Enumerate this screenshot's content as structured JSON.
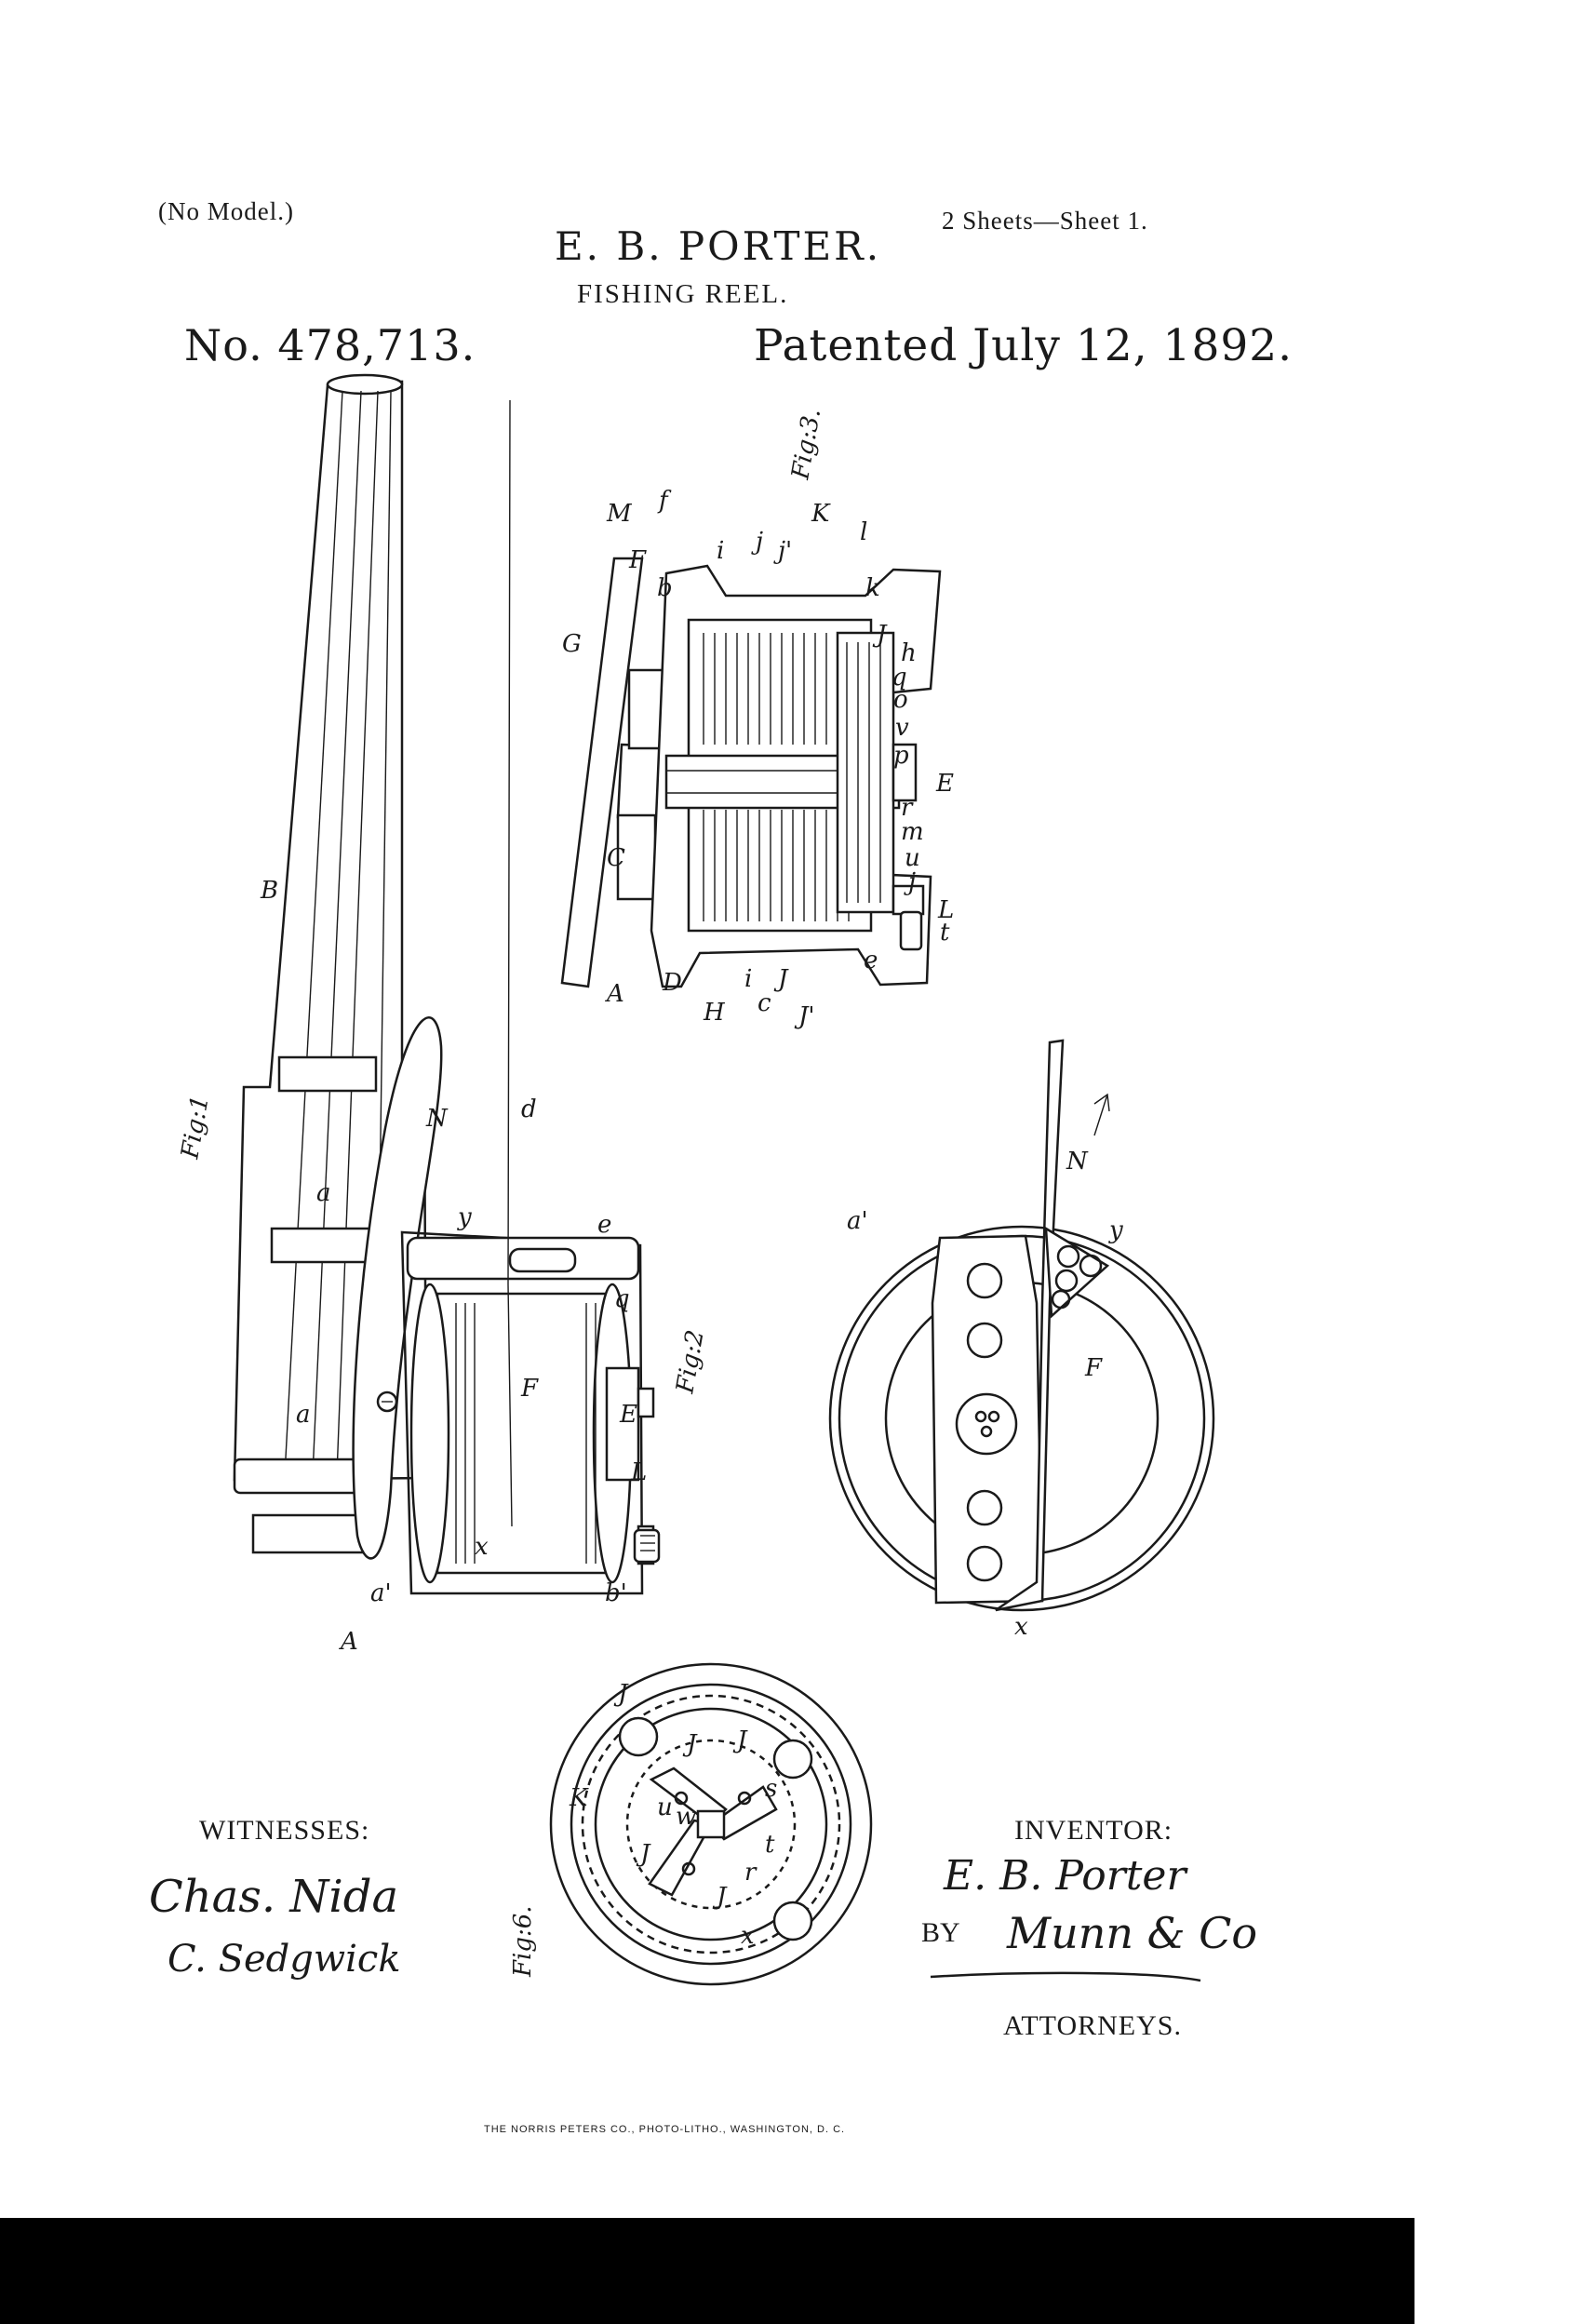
{
  "header": {
    "no_model": "(No Model.)",
    "sheets": "2 Sheets—Sheet 1.",
    "inventor_name": "E. B. PORTER.",
    "title": "FISHING REEL.",
    "patent_number": "No. 478,713.",
    "patent_date": "Patented July 12, 1892."
  },
  "figures": {
    "fig1": {
      "label": "Fig:1",
      "refs": [
        "B",
        "a",
        "a",
        "N",
        "y",
        "e",
        "q",
        "F",
        "E",
        "L",
        "b'",
        "x",
        "a'",
        "A",
        "d"
      ]
    },
    "fig2": {
      "label": "Fig:2",
      "refs": [
        "a'",
        "N",
        "y",
        "F",
        "x"
      ]
    },
    "fig3": {
      "label": "Fig:3.",
      "refs": [
        "M",
        "f",
        "F",
        "b",
        "i",
        "j",
        "j'",
        "K",
        "l",
        "k",
        "J",
        "h",
        "G",
        "q",
        "o",
        "v",
        "p",
        "E",
        "C",
        "r",
        "m",
        "u",
        "j",
        "L",
        "t",
        "e",
        "H",
        "i",
        "c",
        "J",
        "J'",
        "D",
        "A"
      ]
    },
    "fig6": {
      "label": "Fig:6.",
      "refs": [
        "J",
        "J",
        "J",
        "K",
        "s",
        "w",
        "J",
        "u",
        "t",
        "r",
        "J",
        "x"
      ]
    }
  },
  "footer": {
    "witnesses_label": "WITNESSES:",
    "witness_1": "Chas. Nida",
    "witness_2": "C. Sedgwick",
    "inventor_label": "INVENTOR:",
    "inventor_signature": "E. B. Porter",
    "by_label": "BY",
    "attorney_signature": "Munn & Co",
    "attorneys_label": "ATTORNEYS.",
    "printer": "THE NORRIS PETERS CO., PHOTO-LITHO., WASHINGTON, D. C."
  }
}
